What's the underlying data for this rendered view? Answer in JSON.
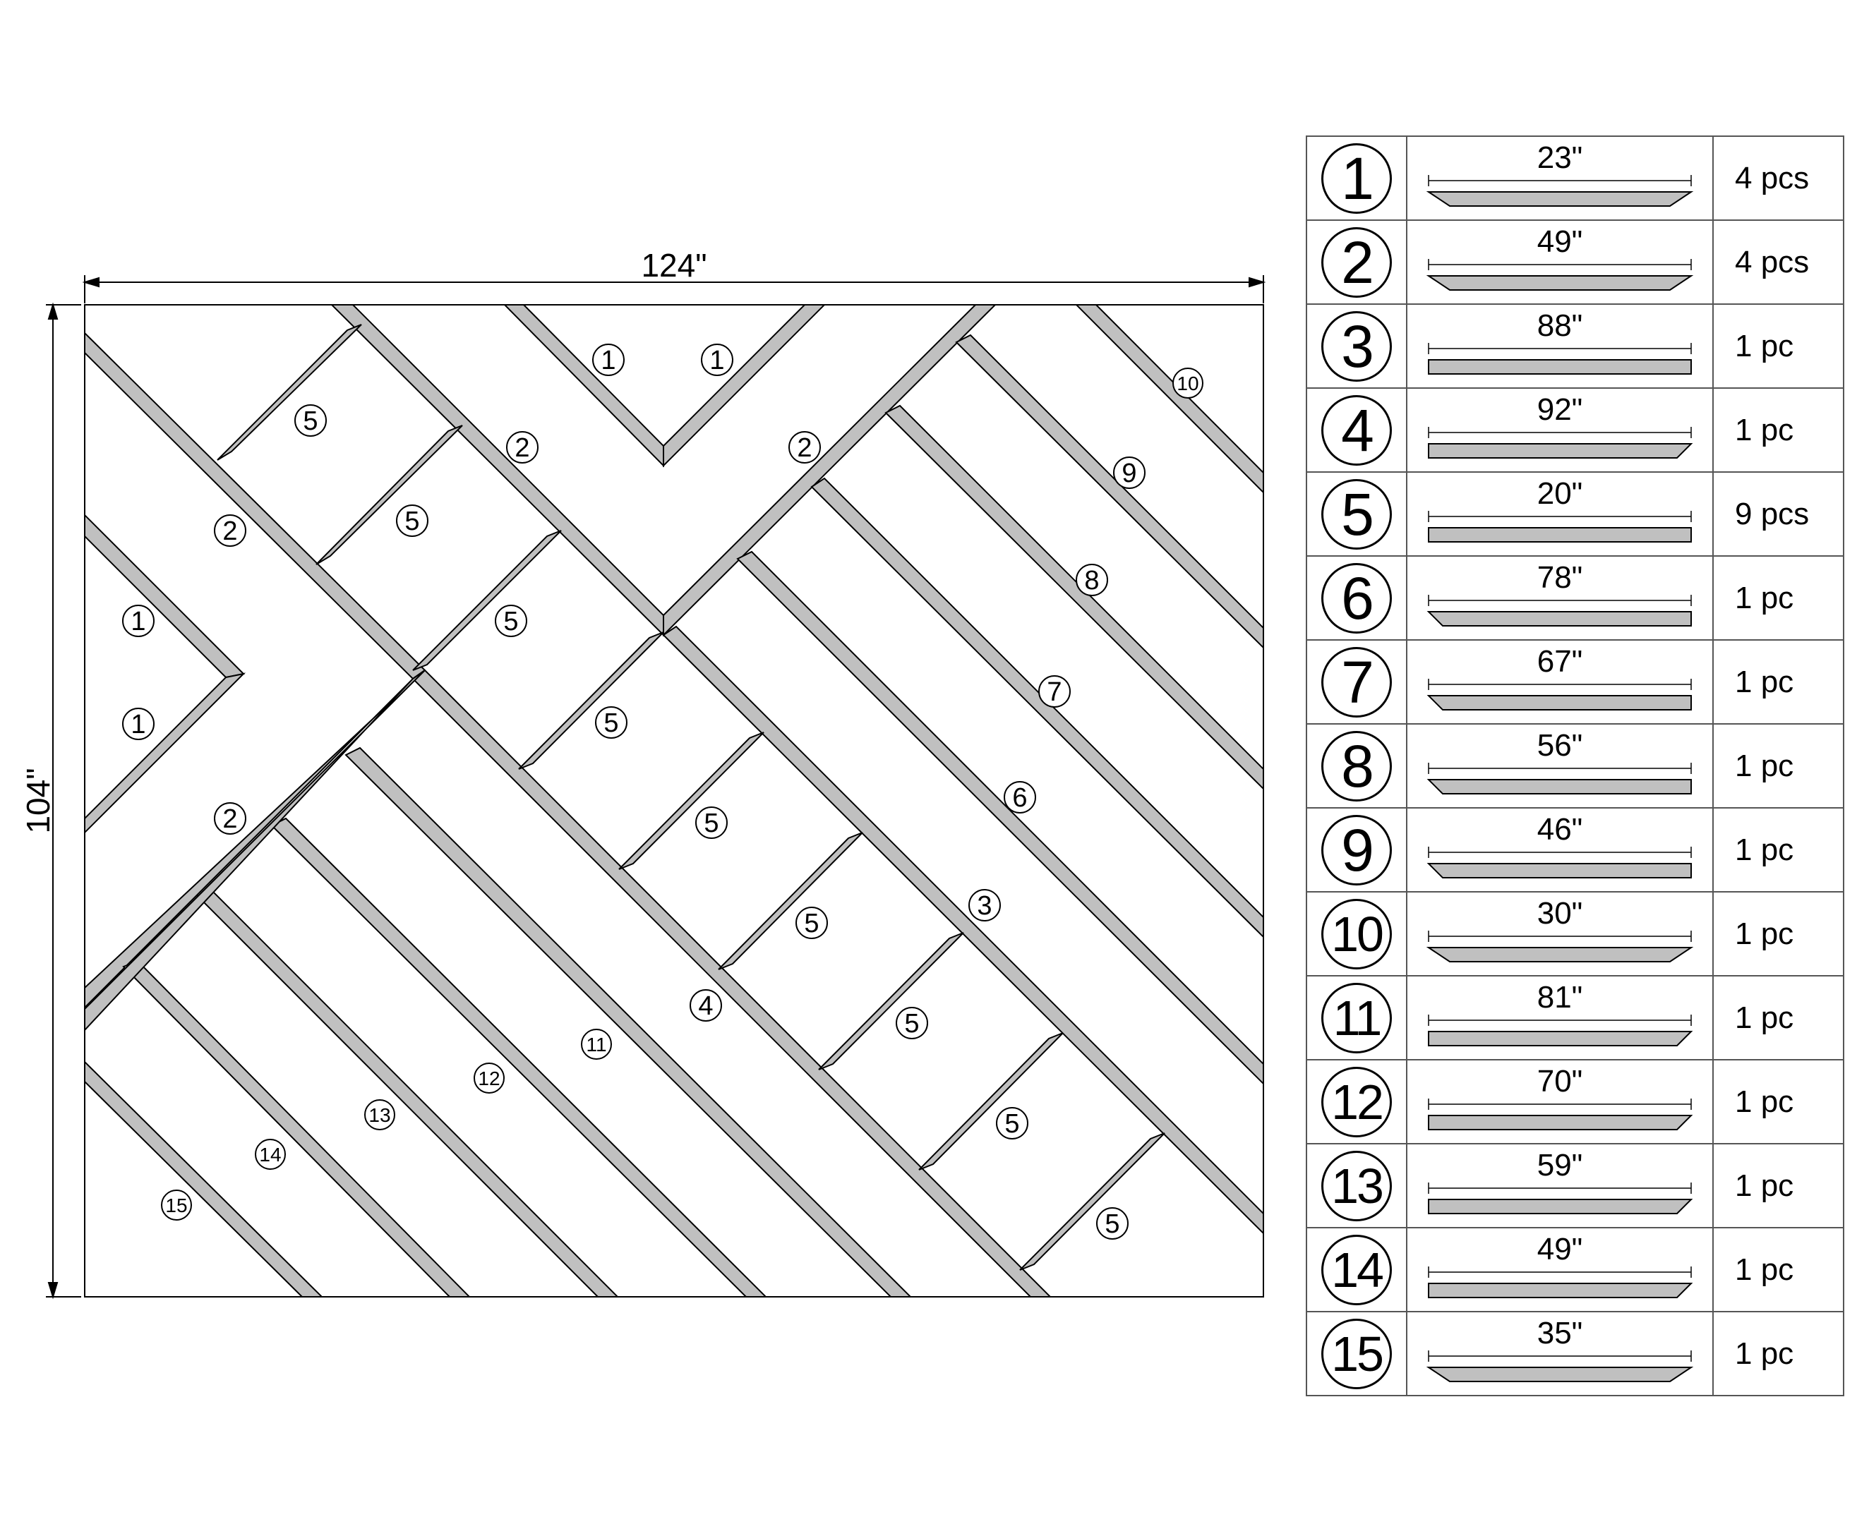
{
  "dimensions": {
    "width": "124\"",
    "height": "104\""
  },
  "colors": {
    "board_fill": "#c0c0c0",
    "board_stroke": "#000000",
    "line": "#000000"
  },
  "labels": [
    "1",
    "1",
    "1",
    "1",
    "2",
    "2",
    "2",
    "2",
    "3",
    "4",
    "5",
    "5",
    "5",
    "5",
    "5",
    "5",
    "5",
    "5",
    "5",
    "6",
    "7",
    "8",
    "9",
    "10",
    "11",
    "12",
    "13",
    "14",
    "15"
  ],
  "cut_list": [
    {
      "piece": "1",
      "length": "23\"",
      "qty": "4 pcs",
      "ends": "mitered"
    },
    {
      "piece": "2",
      "length": "49\"",
      "qty": "4 pcs",
      "ends": "mitered"
    },
    {
      "piece": "3",
      "length": "88\"",
      "qty": "1 pc",
      "ends": "square"
    },
    {
      "piece": "4",
      "length": "92\"",
      "qty": "1 pc",
      "ends": "square-left"
    },
    {
      "piece": "5",
      "length": "20\"",
      "qty": "9 pcs",
      "ends": "square"
    },
    {
      "piece": "6",
      "length": "78\"",
      "qty": "1 pc",
      "ends": "square-right"
    },
    {
      "piece": "7",
      "length": "67\"",
      "qty": "1 pc",
      "ends": "square-right"
    },
    {
      "piece": "8",
      "length": "56\"",
      "qty": "1 pc",
      "ends": "square-right"
    },
    {
      "piece": "9",
      "length": "46\"",
      "qty": "1 pc",
      "ends": "square-right"
    },
    {
      "piece": "10",
      "length": "30\"",
      "qty": "1 pc",
      "ends": "mitered"
    },
    {
      "piece": "11",
      "length": "81\"",
      "qty": "1 pc",
      "ends": "square-left"
    },
    {
      "piece": "12",
      "length": "70\"",
      "qty": "1 pc",
      "ends": "square-left"
    },
    {
      "piece": "13",
      "length": "59\"",
      "qty": "1 pc",
      "ends": "square-left"
    },
    {
      "piece": "14",
      "length": "49\"",
      "qty": "1 pc",
      "ends": "square-left"
    },
    {
      "piece": "15",
      "length": "35\"",
      "qty": "1 pc",
      "ends": "mitered"
    }
  ]
}
